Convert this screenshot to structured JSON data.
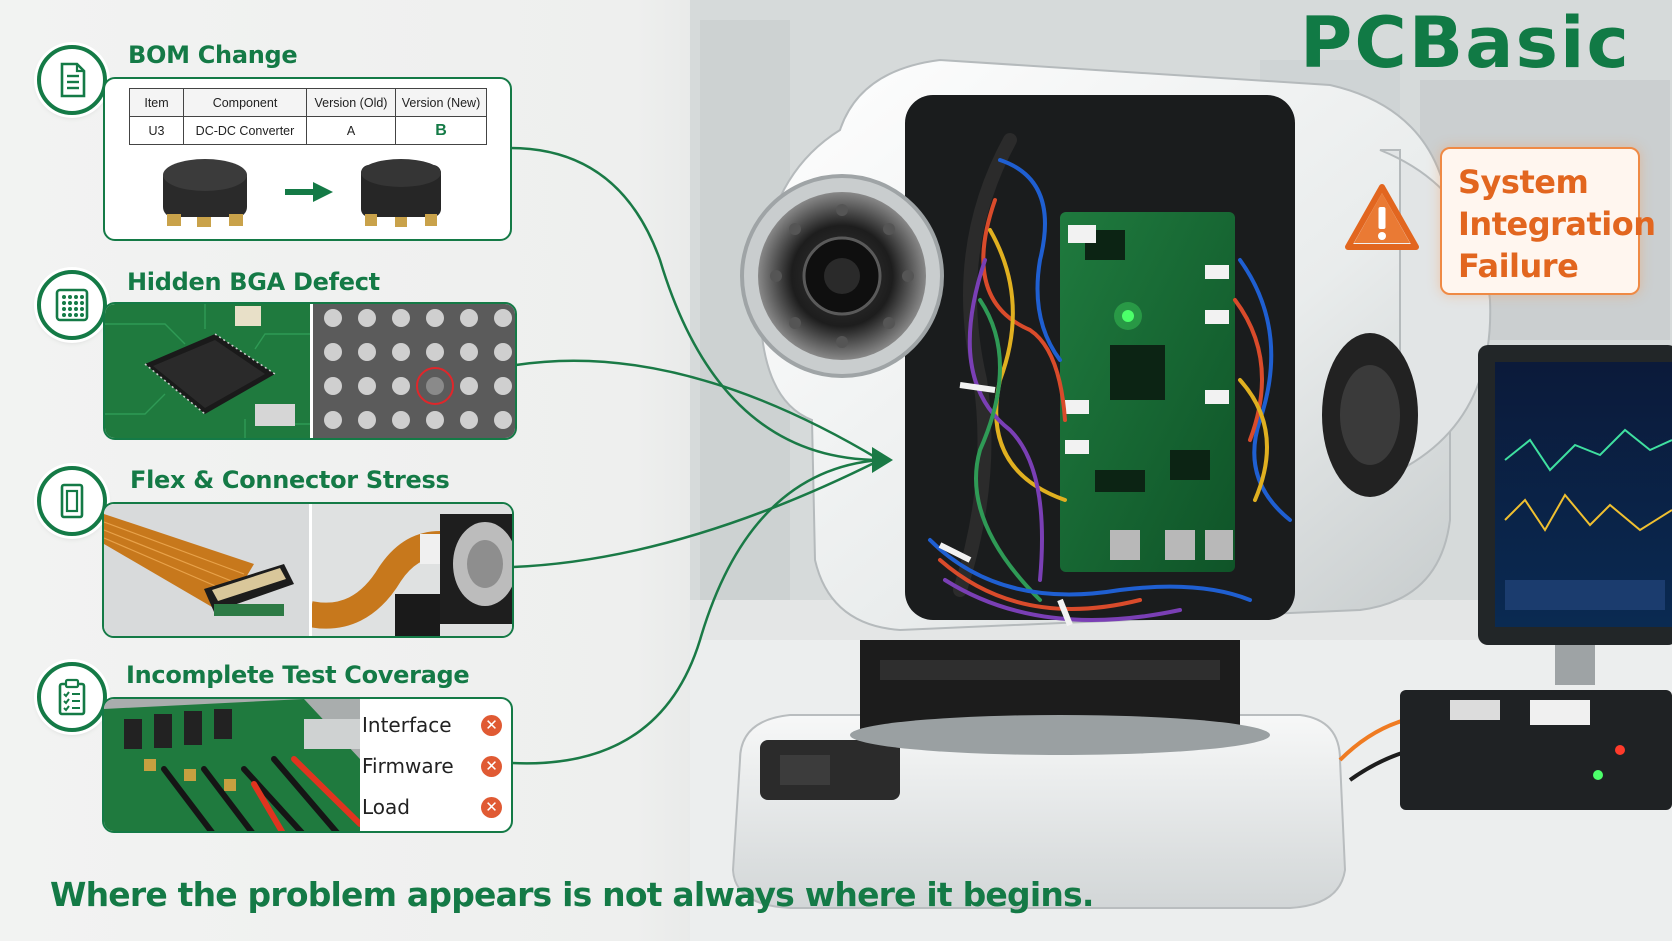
{
  "brand": {
    "logo_text": "PCBasic",
    "color": "#147a46"
  },
  "panels": {
    "bom": {
      "title": "BOM Change",
      "icon": "document-icon",
      "table": {
        "headers": [
          "Item",
          "Component",
          "Version (Old)",
          "Version (New)"
        ],
        "row": [
          "U3",
          "DC-DC Converter",
          "A",
          "B"
        ]
      }
    },
    "bga": {
      "title": "Hidden BGA Defect",
      "icon": "bga-grid-icon"
    },
    "flex": {
      "title": "Flex & Connector Stress",
      "icon": "flex-connector-icon"
    },
    "test": {
      "title": "Incomplete Test Coverage",
      "icon": "clipboard-checklist-icon",
      "items": [
        "Interface",
        "Firmware",
        "Load"
      ],
      "status_icon": "x-circle-icon"
    }
  },
  "callout": {
    "lines": [
      "System",
      "Integration",
      "Failure"
    ],
    "icon": "warning-triangle-icon",
    "color": "#e2661f"
  },
  "footer": "Where the problem appears is not always where it begins.",
  "colors": {
    "accent_green": "#147a46",
    "warning_orange": "#e2661f"
  }
}
